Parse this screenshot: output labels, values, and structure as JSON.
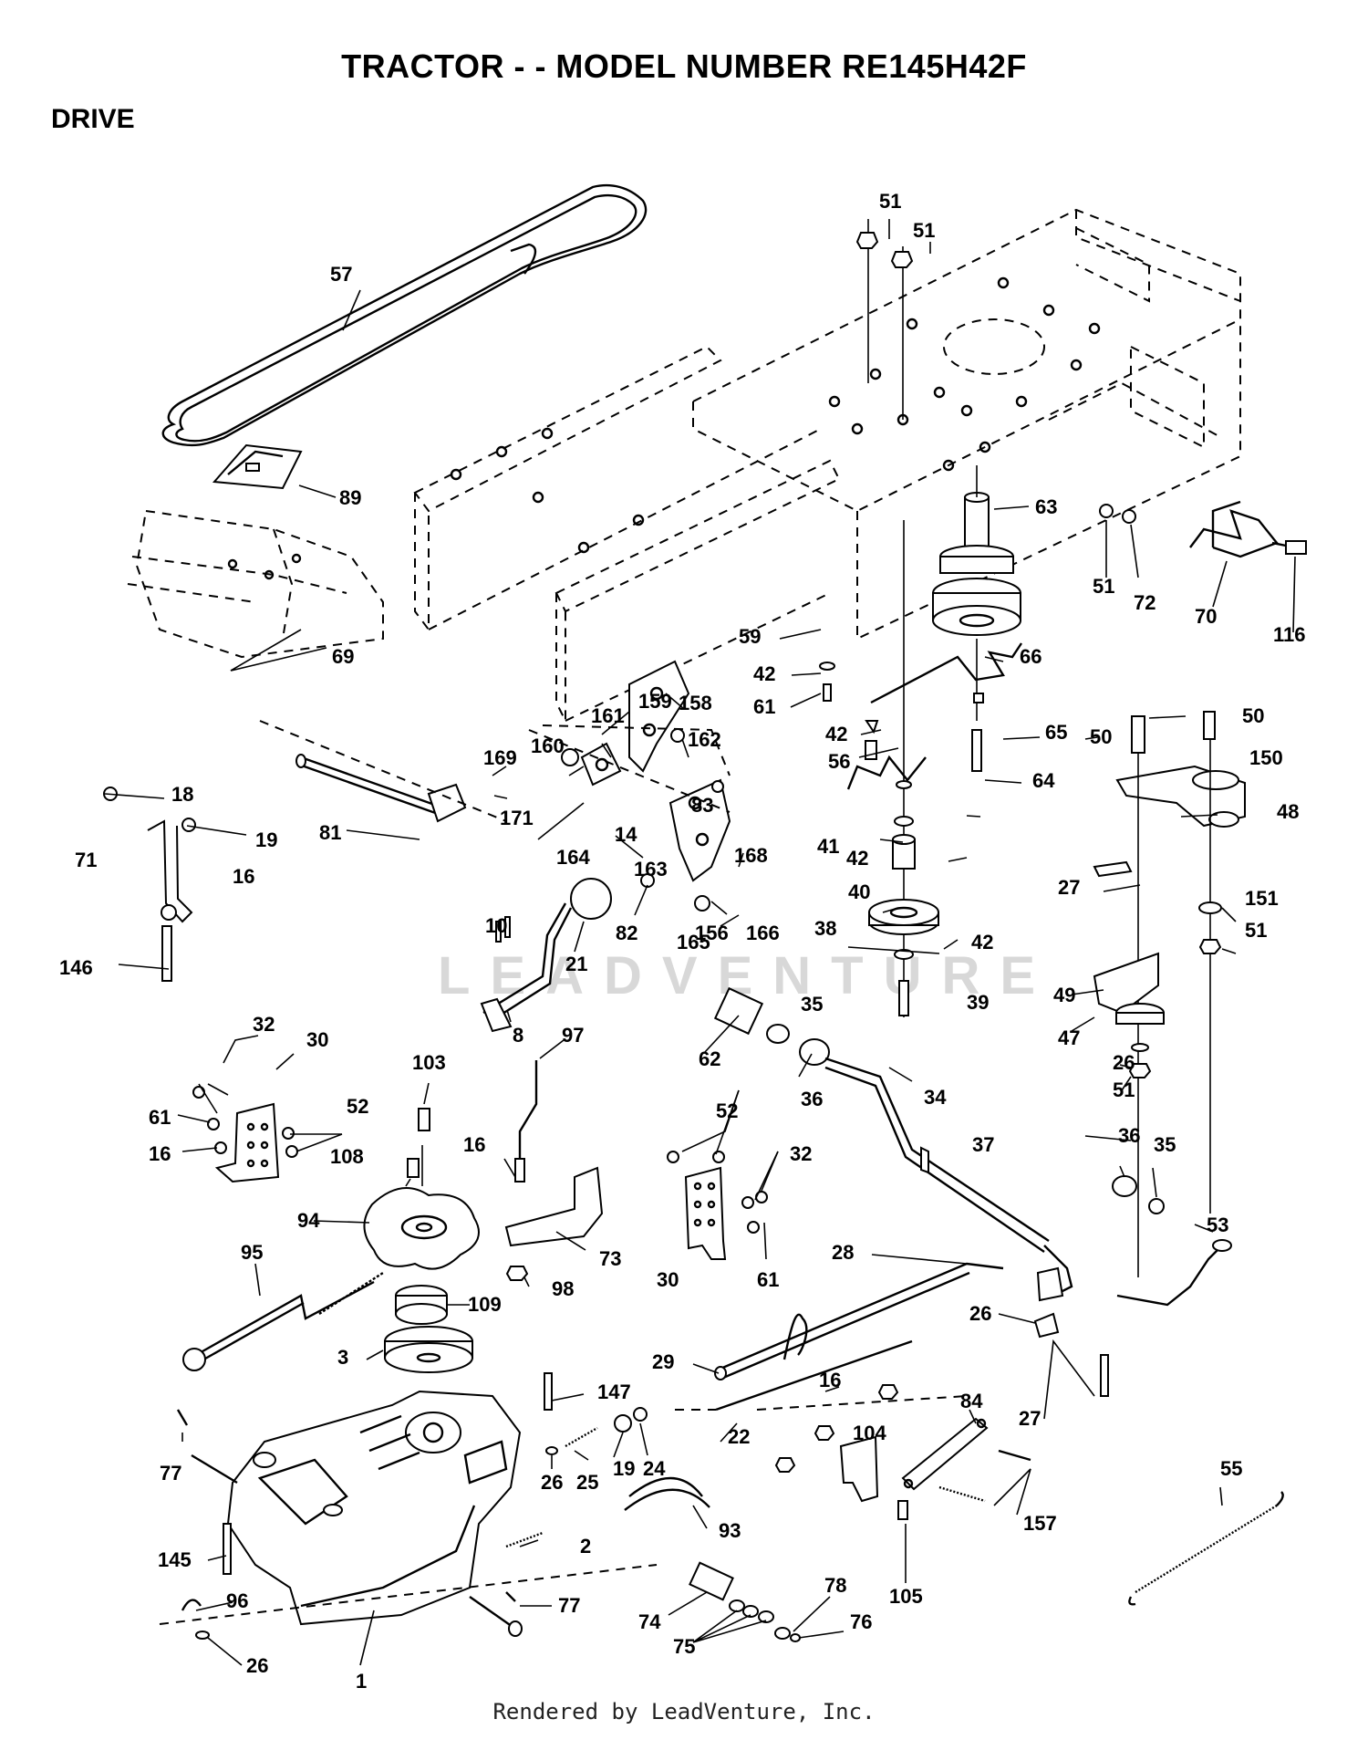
{
  "title": "TRACTOR - - MODEL NUMBER RE145H42F",
  "section": "DRIVE",
  "watermark": "LEADVENTURE",
  "footer": "Rendered by LeadVenture, Inc.",
  "callouts": {
    "c51a": "51",
    "c51b": "51",
    "c57": "57",
    "c89": "89",
    "c63": "63",
    "c51c": "51",
    "c72": "72",
    "c70": "70",
    "c116": "116",
    "c69": "69",
    "c59": "59",
    "c66": "66",
    "c42a": "42",
    "c61a": "61",
    "c159": "159",
    "c158": "158",
    "c161": "161",
    "c162": "162",
    "c169": "169",
    "c160": "160",
    "c42b": "42",
    "c65": "65",
    "c50a": "50",
    "c50b": "50",
    "c150": "150",
    "c56": "56",
    "c64": "64",
    "c18": "18",
    "c171": "171",
    "c83": "83",
    "c41": "41",
    "c48": "48",
    "c19": "19",
    "c81": "81",
    "c14": "14",
    "c164": "164",
    "c42c": "42",
    "c71": "71",
    "c16a": "16",
    "c163": "163",
    "c168": "168",
    "c40": "40",
    "c27a": "27",
    "c151": "151",
    "c10": "10",
    "c51d": "51",
    "c82": "82",
    "c165": "165",
    "c156": "156",
    "c166": "166",
    "c38": "38",
    "c42d": "42",
    "c146": "146",
    "c21": "21",
    "c39": "39",
    "c49": "49",
    "c35a": "35",
    "c8": "8",
    "c97": "97",
    "c47": "47",
    "c32a": "32",
    "c30a": "30",
    "c103": "103",
    "c62": "62",
    "c36a": "36",
    "c26a": "26",
    "c51e": "51",
    "c52a": "52",
    "c61b": "61",
    "c34": "34",
    "c52b": "52",
    "c16b": "16",
    "c108": "108",
    "c16c": "16",
    "c32b": "32",
    "c37": "37",
    "c36b": "36",
    "c35b": "35",
    "c94": "94",
    "c73": "73",
    "c53": "53",
    "c95": "95",
    "c30b": "30",
    "c61c": "61",
    "c28": "28",
    "c98": "98",
    "c109": "109",
    "c26b": "26",
    "c3": "3",
    "c29": "29",
    "c16d": "16",
    "c84": "84",
    "c147": "147",
    "c22": "22",
    "c27b": "27",
    "c104": "104",
    "c55": "55",
    "c77a": "77",
    "c19b": "19",
    "c24": "24",
    "c26c": "26",
    "c25": "25",
    "c157": "157",
    "c93": "93",
    "c2": "2",
    "c145": "145",
    "c105": "105",
    "c96": "96",
    "c77b": "77",
    "c78": "78",
    "c74": "74",
    "c76": "76",
    "c1": "1",
    "c75": "75",
    "c26d": "26"
  }
}
